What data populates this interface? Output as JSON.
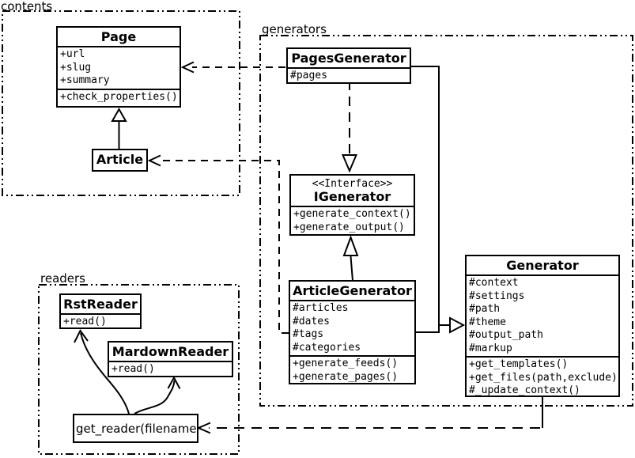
{
  "colors": {
    "ink": "#000000",
    "paper": "#ffffff"
  },
  "packages": {
    "contents": {
      "label": "contents"
    },
    "generators": {
      "label": "generators"
    },
    "readers": {
      "label": "readers"
    }
  },
  "classes": {
    "page": {
      "title": "Page",
      "attributes": [
        "+url",
        "+slug",
        "+summary"
      ],
      "methods": [
        "+check_properties()"
      ]
    },
    "article": {
      "title": "Article"
    },
    "pagesGenerator": {
      "title": "PagesGenerator",
      "attributes": [
        "#pages"
      ]
    },
    "iGenerator": {
      "stereotype": "<<Interface>>",
      "title": "IGenerator",
      "methods": [
        "+generate_context()",
        "+generate_output()"
      ]
    },
    "articleGenerator": {
      "title": "ArticleGenerator",
      "attributes": [
        "#articles",
        "#dates",
        "#tags",
        "#categories"
      ],
      "methods": [
        "+generate_feeds()",
        "+generate_pages()"
      ]
    },
    "generator": {
      "title": "Generator",
      "attributes": [
        "#context",
        "#settings",
        "#path",
        "#theme",
        "#output_path",
        "#markup"
      ],
      "methods": [
        "+get_templates()",
        "+get_files(path,exclude)",
        "#_update_context()"
      ]
    },
    "rstReader": {
      "title": "RstReader",
      "methods": [
        "+read()"
      ]
    },
    "mardownReader": {
      "title": "MardownReader",
      "methods": [
        "+read()"
      ]
    },
    "getReader": {
      "title": "get_reader(filename)"
    }
  }
}
